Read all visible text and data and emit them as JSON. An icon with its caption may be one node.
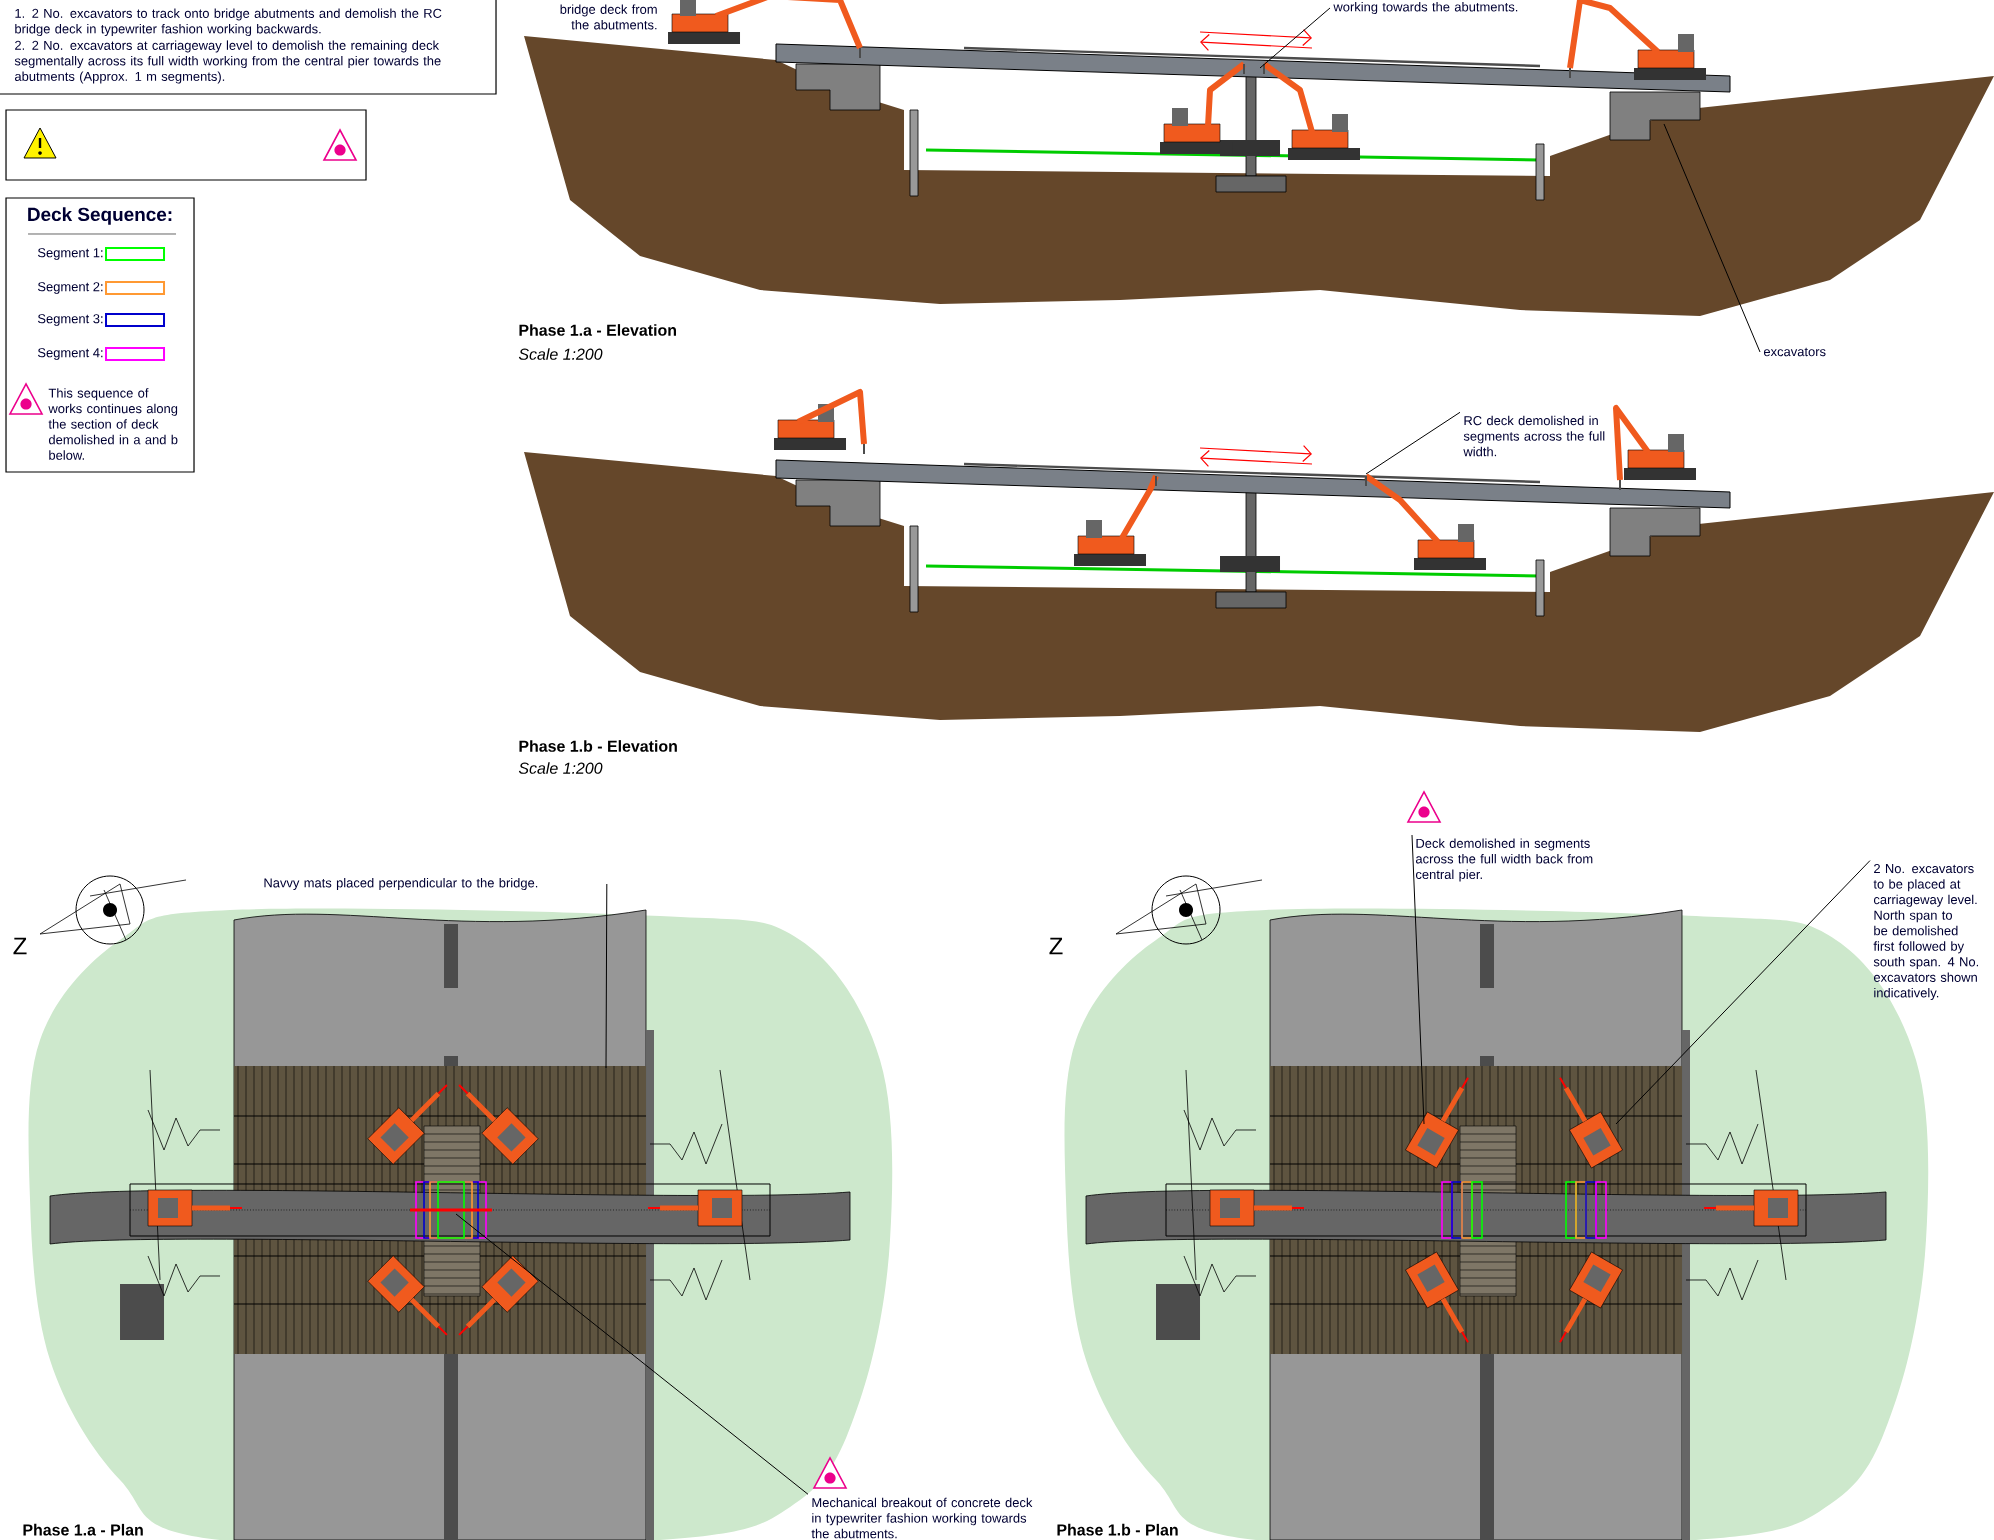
{
  "diagram": {
    "nodes": [
      {
        "text": [
          "working towards the abutments."
        ]
      },
      {
        "text": [
          "excavators"
        ]
      },
      {
        "text": [
          "RC deck demolished in segments across the full width."
        ]
      },
      {
        "text": [
          "Navvy mats placed perpendicular to the bridge."
        ]
      },
      {
        "text": [
          "Mechanical breakout of concrete deck in typewriter fashion working towards the abutments."
        ]
      },
      {
        "text": [
          "Deck demolished in segments across the full width back from central pier."
        ]
      },
      {
        "text": [
          "2 No. excavators to be placed at carriageway level. North span to be demolished first followed by south span. 4 No. excavators shown indicatively."
        ]
      }
    ],
    "edges": [
      {
        "from": 0,
        "to": null,
        "arrow": "none"
      },
      {
        "from": 1,
        "to": null,
        "arrow": "none"
      },
      {
        "from": 2,
        "to": null,
        "arrow": "none"
      },
      {
        "from": 3,
        "to": null,
        "arrow": "none"
      },
      {
        "from": 4,
        "to": null,
        "arrow": "none"
      },
      {
        "from": 5,
        "to": null,
        "arrow": "none"
      },
      {
        "from": 6,
        "to": null,
        "arrow": "none"
      }
    ],
    "labels": [
      "1. 2 No. excavators to track onto bridge abutments and demolish the RC bridge deck in typewriter fashion working backwards.",
      "2. 2 No. excavators at carriageway level to demolish the remaining deck segmentally across its full width working from the central pier towards the abutments (Approx. 1 m segments).",
      "Deck Sequence:",
      "This sequence of works continues along the section of deck demolished in a and b below.",
      "bridge deck from the abutments.",
      "Phase 1.a - Elevation",
      "Scale 1:200",
      "Phase 1.b - Elevation",
      "Scale 1:200",
      "Z",
      "Z",
      "Phase 1.a - Plan",
      "Phase 1.b - Plan"
    ],
    "legend": [
      {
        "text": "Segment 1:",
        "color": "#00ff00"
      },
      {
        "text": "Segment 2:",
        "color": "#ff9933"
      },
      {
        "text": "Segment 3:",
        "color": "#0000cc"
      },
      {
        "text": "Segment 4:",
        "color": "#ff00ff"
      }
    ]
  }
}
